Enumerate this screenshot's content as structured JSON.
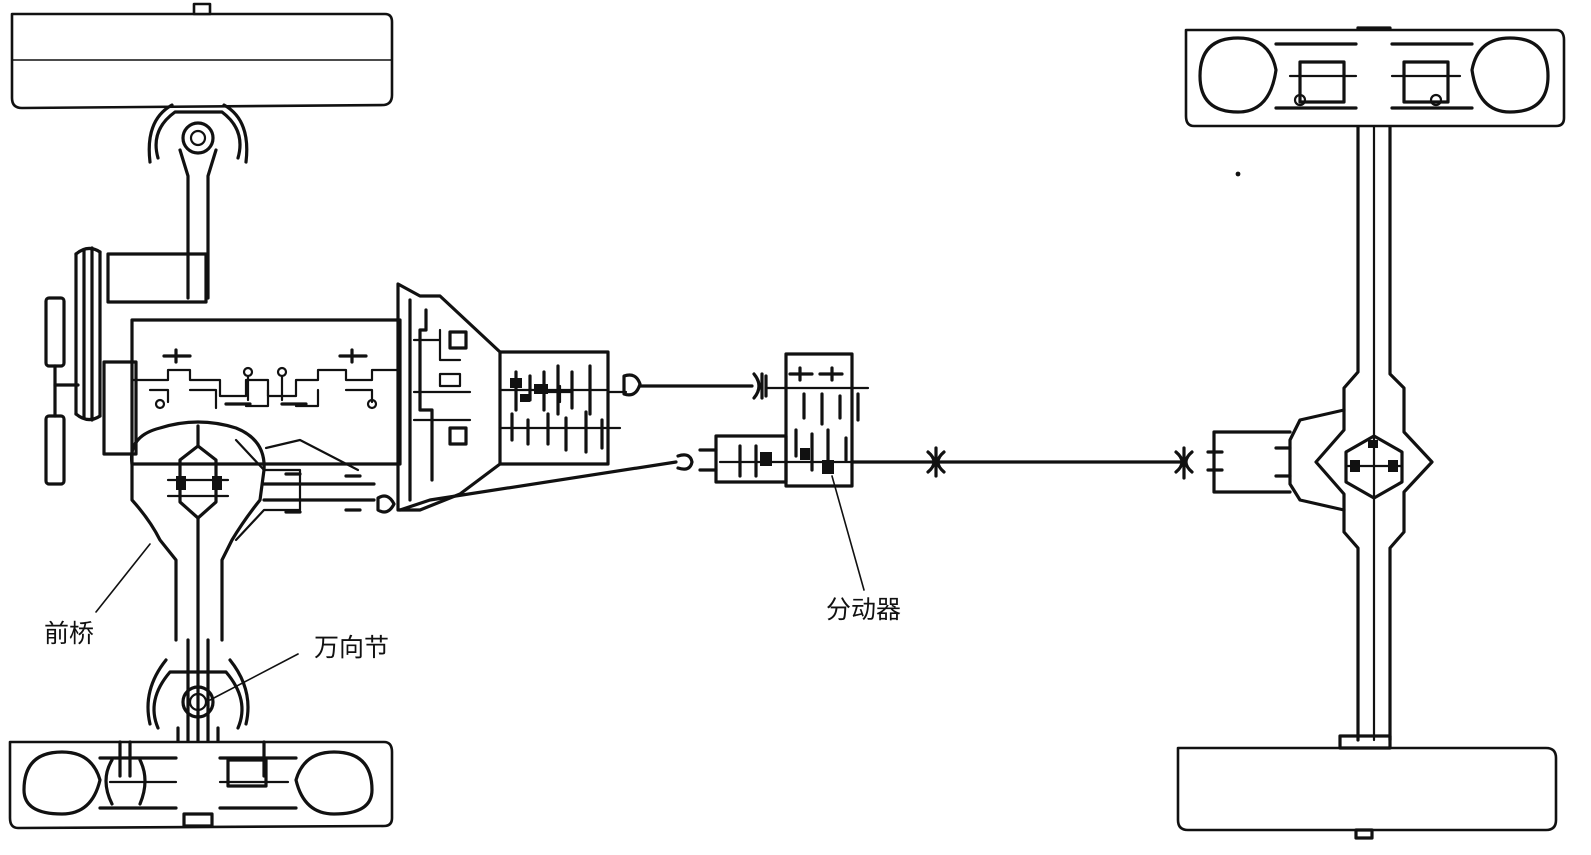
{
  "labels": {
    "front_axle": "前桥",
    "universal_joint": "万向节",
    "transfer_case": "分动器"
  },
  "colors": {
    "line": "#111111",
    "background": "#ffffff"
  }
}
